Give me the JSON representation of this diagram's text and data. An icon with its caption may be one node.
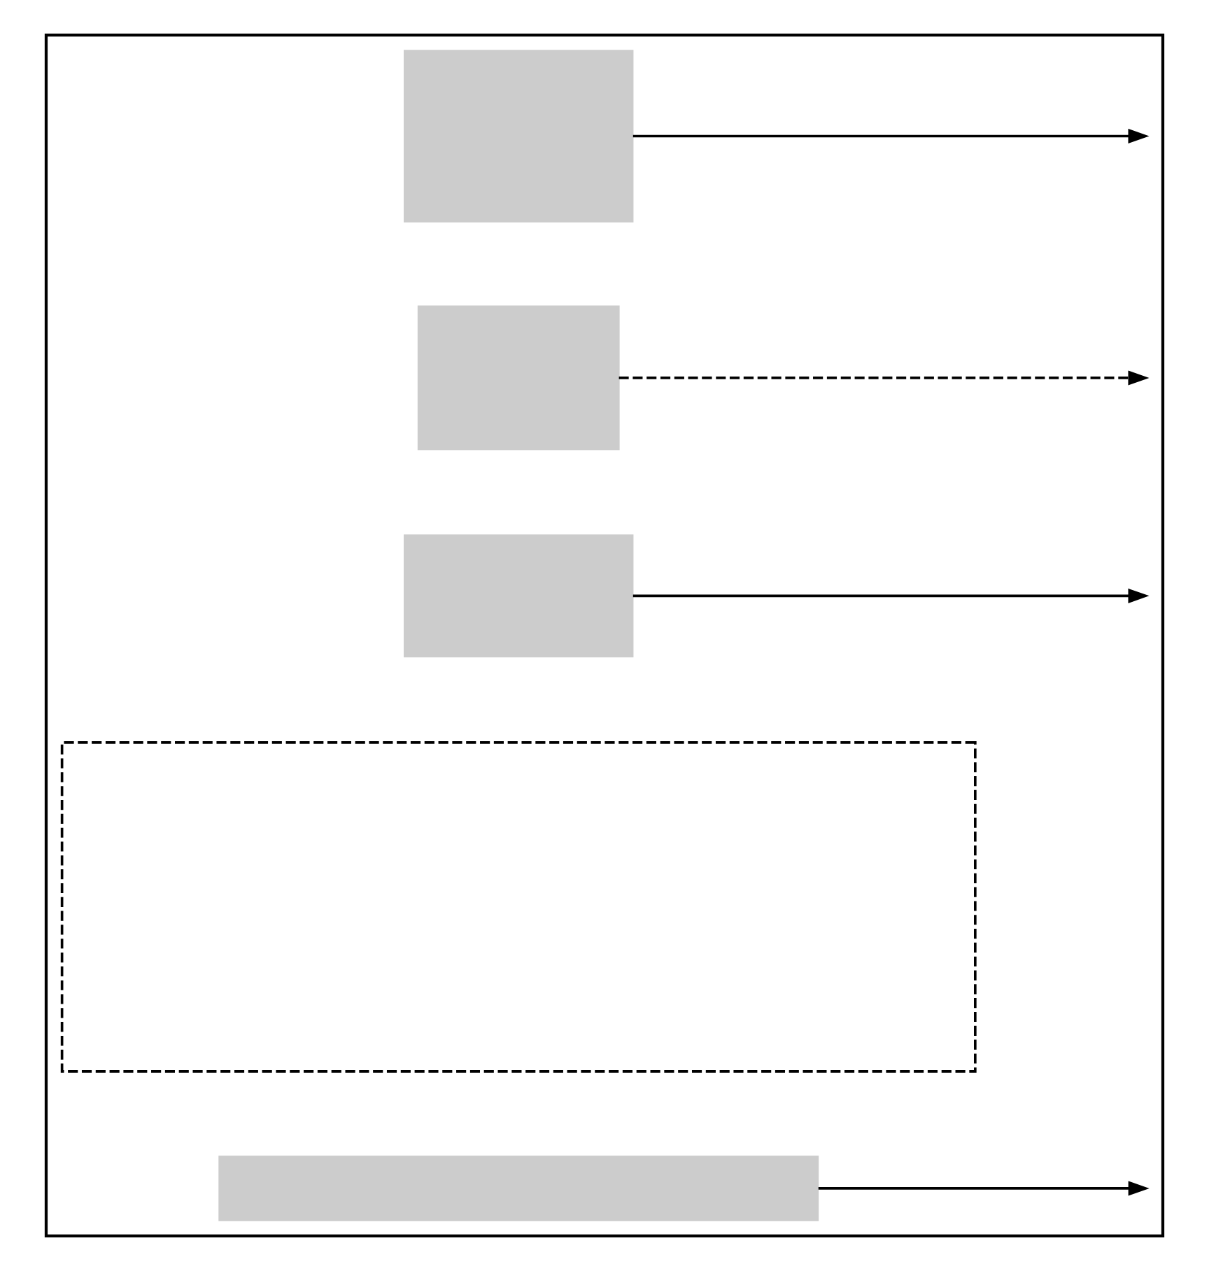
{
  "diagram": {
    "nodes": [
      {
        "text": [],
        "shape": "box"
      },
      {
        "text": [],
        "shape": "box",
        "in": 0
      },
      {
        "text": [],
        "shape": "box",
        "in": 0
      },
      {
        "text": [],
        "shape": "box",
        "in": 0
      },
      {
        "text": [],
        "shape": "box",
        "in": 0
      },
      {
        "text": [],
        "shape": "bar",
        "in": 0
      }
    ],
    "edges": [
      {
        "from": 1,
        "to": null,
        "arrow": "to"
      },
      {
        "from": 2,
        "to": null,
        "arrow": "to",
        "style": "dashed"
      },
      {
        "from": 3,
        "to": null,
        "arrow": "to"
      },
      {
        "from": 5,
        "to": null,
        "arrow": "to"
      }
    ]
  }
}
